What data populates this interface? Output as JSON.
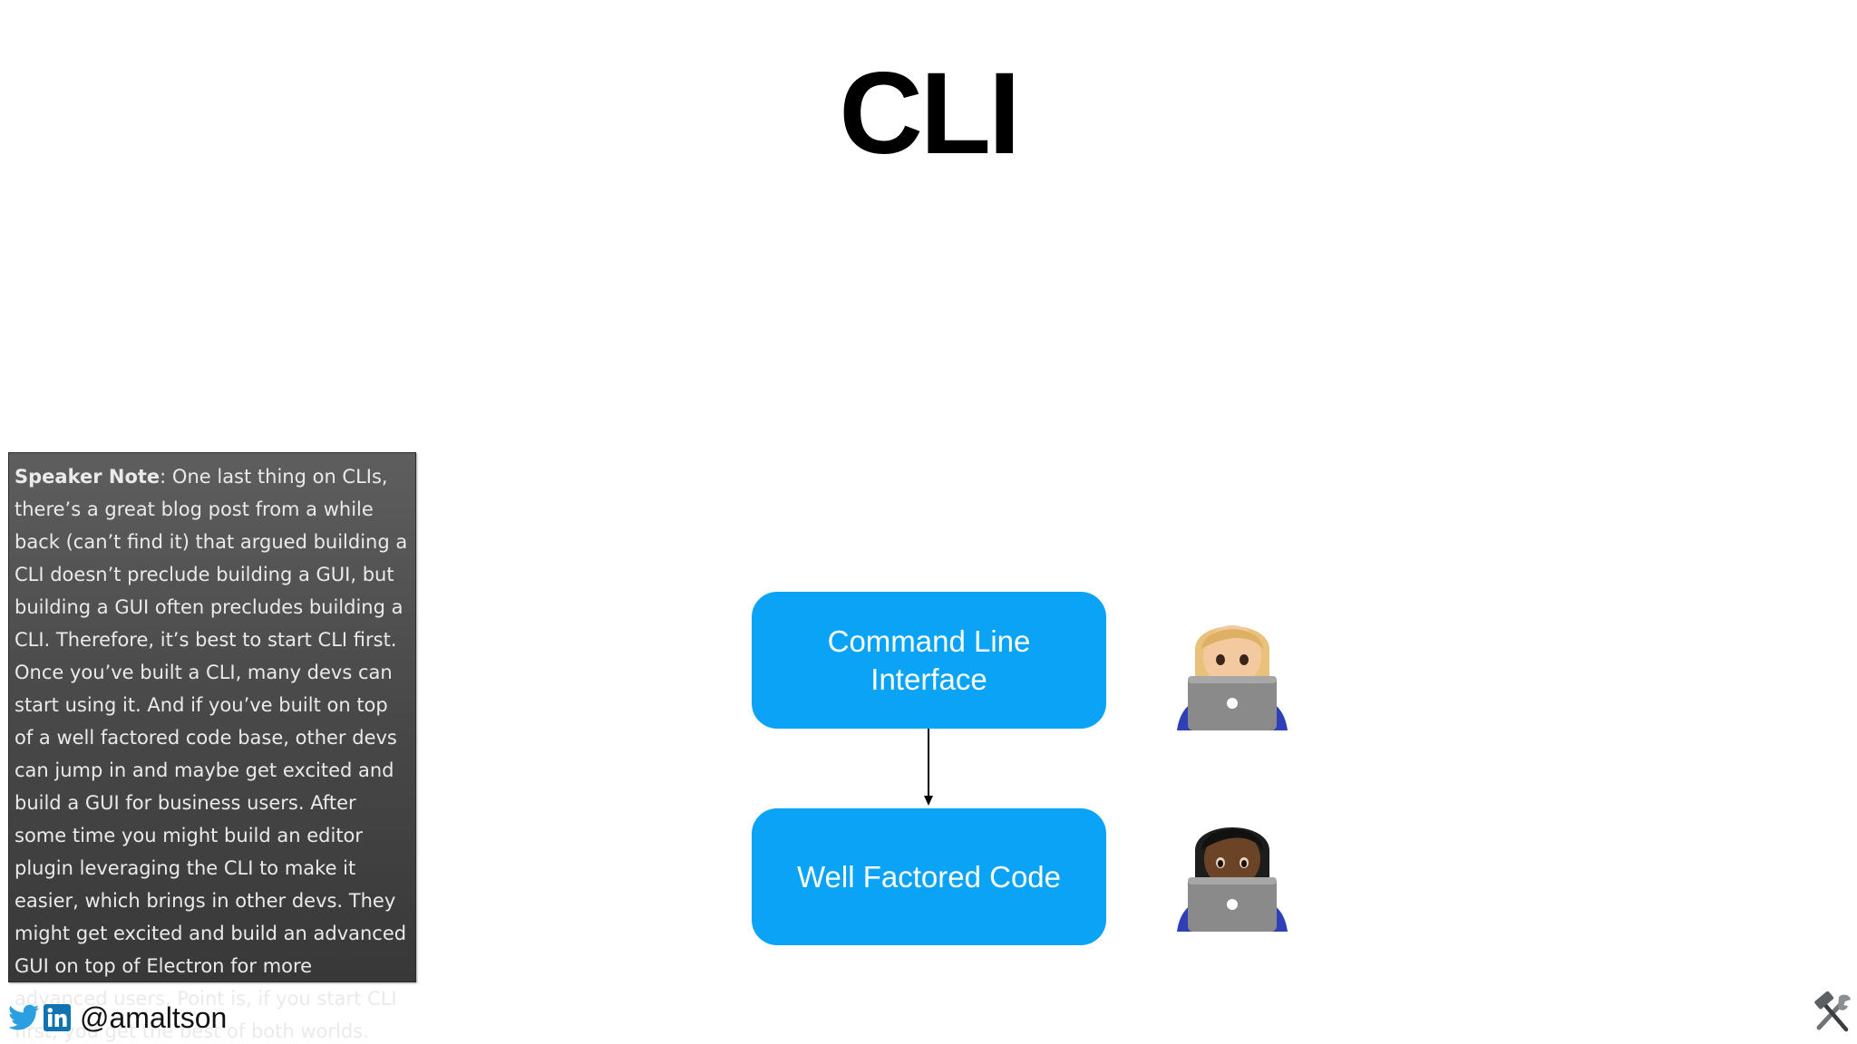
{
  "slide": {
    "title": "CLI"
  },
  "diagram": {
    "top_box_label": "Command Line Interface",
    "bottom_box_label": "Well Factored Code",
    "box_color": "#0aa3f5",
    "people_icons": [
      "woman-technologist-blonde-icon",
      "woman-technologist-dark-icon"
    ]
  },
  "speaker_note": {
    "label": "Speaker Note",
    "text": ": One last thing on CLIs, there’s a great blog post from a while back (can’t find it) that argued building a CLI doesn’t preclude building a GUI, but building a GUI often precludes building a CLI. Therefore, it’s best to start CLI first. Once you’ve built a CLI, many devs can start using it. And if you’ve built on top of a well factored code base, other devs can jump in and maybe get excited and build a GUI for business users. After some time you might build an editor plugin leveraging the CLI to make it easier, which brings in other devs. They might get excited and build an advanced GUI on top of Electron for more advanced users. Point is, if you start CLI first, you get the best of both worlds."
  },
  "footer": {
    "handle": "@amaltson",
    "icons": [
      "twitter-icon",
      "linkedin-icon"
    ]
  },
  "corner_icon": "hammer-and-wrench-icon"
}
